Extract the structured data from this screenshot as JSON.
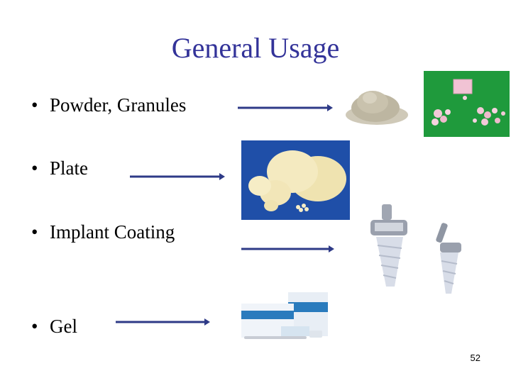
{
  "slide": {
    "title": "General Usage",
    "bullet_symbol": "•",
    "bullets": [
      {
        "text": "Powder, Granules"
      },
      {
        "text": "Plate"
      },
      {
        "text": "Implant Coating"
      },
      {
        "text": "Gel"
      }
    ],
    "page_number": "52"
  },
  "colors": {
    "title": "#333399",
    "arrow": "#2e3a87",
    "green_bg": "#1f9a3c",
    "blue_bg": "#1f4fa8"
  },
  "images": [
    "powder-photo",
    "pink-granules-photo",
    "ceramic-plates-photo",
    "coated-implant-screw-photo",
    "coated-implant-screw-photo",
    "gel-product-box-photo"
  ]
}
